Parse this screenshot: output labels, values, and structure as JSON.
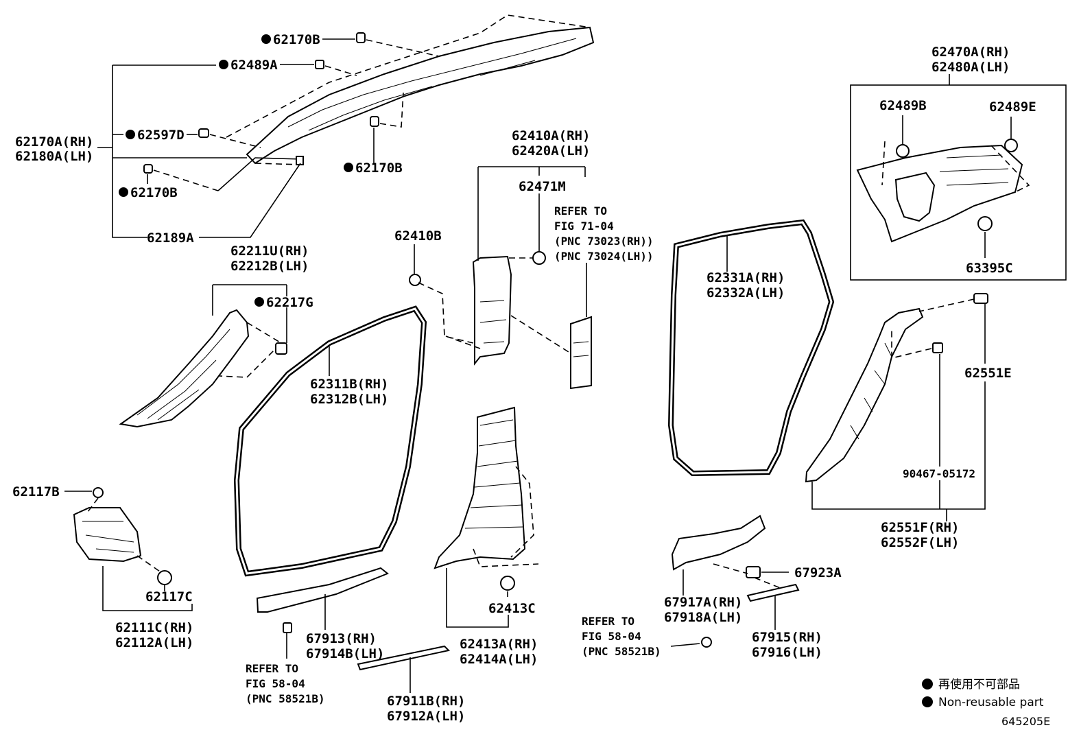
{
  "callouts": {
    "p62170B_top": "62170B",
    "p62489A": "62489A",
    "p62170A_RH": "62170A(RH)",
    "p62180A_LH": "62180A(LH)",
    "p62597D": "62597D",
    "p62170B_mid": "62170B",
    "p62170B_left": "62170B",
    "p62189A": "62189A",
    "p62211U_RH": "62211U(RH)",
    "p62212B_LH": "62212B(LH)",
    "p62217G": "62217G",
    "p62117B": "62117B",
    "p62117C": "62117C",
    "p62111C_RH": "62111C(RH)",
    "p62112A_LH": "62112A(LH)",
    "p62410B": "62410B",
    "p62410A_RH": "62410A(RH)",
    "p62420A_LH": "62420A(LH)",
    "p62471M": "62471M",
    "p62311B_RH": "62311B(RH)",
    "p62312B_LH": "62312B(LH)",
    "p67913_RH": "67913(RH)",
    "p67914B_LH": "67914B(LH)",
    "p67911B_RH": "67911B(RH)",
    "p67912A_LH": "67912A(LH)",
    "p62413C": "62413C",
    "p62413A_RH": "62413A(RH)",
    "p62414A_LH": "62414A(LH)",
    "p62331A_RH": "62331A(RH)",
    "p62332A_LH": "62332A(LH)",
    "p62470A_RH": "62470A(RH)",
    "p62480A_LH": "62480A(LH)",
    "p62489B": "62489B",
    "p62489E": "62489E",
    "p63395C": "63395C",
    "p62551E": "62551E",
    "p90467": "90467-05172",
    "p62551F_RH": "62551F(RH)",
    "p62552F_LH": "62552F(LH)",
    "p67923A": "67923A",
    "p67917A_RH": "67917A(RH)",
    "p67918A_LH": "67918A(LH)",
    "p67915_RH": "67915(RH)",
    "p67916_LH": "67916(LH)"
  },
  "references": {
    "fig71": [
      "REFER TO",
      "FIG 71-04",
      "(PNC 73023(RH))",
      "(PNC 73024(LH))"
    ],
    "fig58_left": [
      "REFER TO",
      "FIG 58-04",
      "(PNC 58521B)"
    ],
    "fig58_right": [
      "REFER TO",
      "FIG 58-04",
      "(PNC 58521B)"
    ]
  },
  "legend": {
    "japanese": "再使用不可部品",
    "english": "Non-reusable part"
  },
  "figure_number": "645205E"
}
